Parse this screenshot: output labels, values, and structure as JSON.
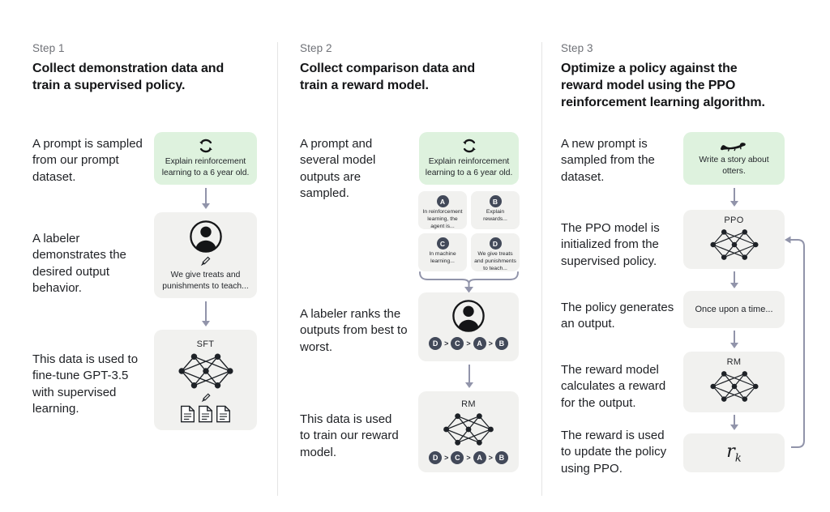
{
  "colors": {
    "prompt_box_green": "#def2de",
    "model_box_gray": "#f1f1ef",
    "badge_slate": "#424959",
    "arrow_gray": "#9194aa"
  },
  "step1": {
    "label": "Step 1",
    "title": "Collect demonstration data and train a supervised policy.",
    "captions": {
      "prompt": "A prompt is sampled from our prompt dataset.",
      "labeler": "A labeler demonstrates the desired output behavior.",
      "finetune": "This data is used to fine-tune GPT-3.5 with supervised learning."
    },
    "prompt_box": {
      "icon": "cycle-icon",
      "text": "Explain reinforcement learning to a 6 year old."
    },
    "labeler_box": {
      "icons": [
        "person-icon",
        "pencil-icon"
      ],
      "text": "We give treats and punishments to teach..."
    },
    "sft_box": {
      "title": "SFT",
      "icons": [
        "network-icon",
        "pencil-icon",
        "documents-icon"
      ]
    }
  },
  "step2": {
    "label": "Step 2",
    "title": "Collect comparison data and train a reward model.",
    "captions": {
      "sampled": "A prompt and several model outputs are sampled.",
      "ranks": "A labeler ranks the outputs from best to worst.",
      "train": "This data is used to train our reward model."
    },
    "prompt_box": {
      "icon": "cycle-icon",
      "text": "Explain reinforcement learning to a 6 year old."
    },
    "outputs": [
      {
        "label": "A",
        "text": "In reinforcement learning, the agent is..."
      },
      {
        "label": "B",
        "text": "Explain rewards..."
      },
      {
        "label": "C",
        "text": "In machine learning..."
      },
      {
        "label": "D",
        "text": "We give treats and punishments to teach..."
      }
    ],
    "ranking": {
      "order": [
        "D",
        "C",
        "A",
        "B"
      ],
      "separator": ">"
    },
    "labeler_box": {
      "icons": [
        "person-icon"
      ]
    },
    "rm_box": {
      "title": "RM",
      "icons": [
        "network-icon"
      ]
    }
  },
  "step3": {
    "label": "Step 3",
    "title": "Optimize a policy against the reward model using the PPO reinforcement learning algorithm.",
    "captions": {
      "new_prompt": "A new prompt is sampled from the dataset.",
      "ppo_init": "The PPO model is initialized from the supervised policy.",
      "output": "The policy generates an output.",
      "reward_calc": "The reward model calculates a reward for the output.",
      "reward_update": "The reward is used to update the policy using PPO."
    },
    "prompt_box": {
      "icon": "otter-icon",
      "text": "Write a story about otters."
    },
    "ppo_box": {
      "title": "PPO",
      "icons": [
        "network-icon"
      ]
    },
    "output_box": {
      "text": "Once upon a time..."
    },
    "rm_box": {
      "title": "RM",
      "icons": [
        "network-icon"
      ]
    },
    "reward_box": {
      "base": "r",
      "subscript": "k"
    }
  }
}
